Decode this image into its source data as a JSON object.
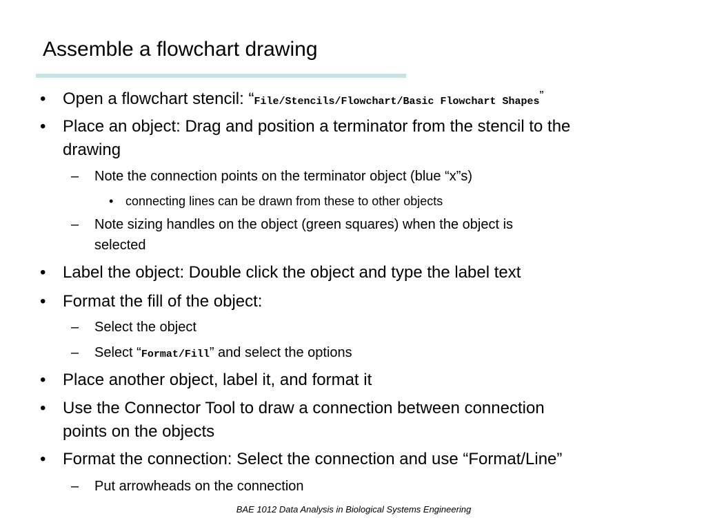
{
  "slide": {
    "title": "Assemble a flowchart drawing",
    "bullet_glyph": "•",
    "dash_glyph": "–",
    "items": {
      "b1": {
        "prefix": "Open a flowchart stencil: “",
        "code": "File/Stencils/Flowchart/Basic Flowchart Shapes",
        "suffix": "”"
      },
      "b2": {
        "line1": "Place an object: Drag and position a terminator from the stencil to the",
        "line2": "drawing"
      },
      "b2_1": "Note the connection points on the terminator object (blue “x”s)",
      "b2_1_1": "connecting lines can be drawn from these to other objects",
      "b2_2": {
        "line1": "Note sizing handles on the object (green squares) when the object is",
        "line2": "selected"
      },
      "b3": "Label the object: Double click the object and type the label text",
      "b4": "Format the fill of the object:",
      "b4_1": "Select the object",
      "b4_2": {
        "prefix": "Select “",
        "code": "Format/Fill",
        "suffix": "” and select the options"
      },
      "b5": "Place another object, label it, and format it",
      "b6": {
        "line1": "Use the Connector Tool to draw a connection between connection",
        "line2": "points on the objects"
      },
      "b7": "Format the connection: Select the connection and use “Format/Line”",
      "b7_1": "Put arrowheads on the connection"
    },
    "footer": "BAE 1012 Data Analysis in Biological Systems Engineering"
  },
  "colors": {
    "title_rule": "#c6e3e6",
    "text": "#000000",
    "background": "#ffffff"
  }
}
